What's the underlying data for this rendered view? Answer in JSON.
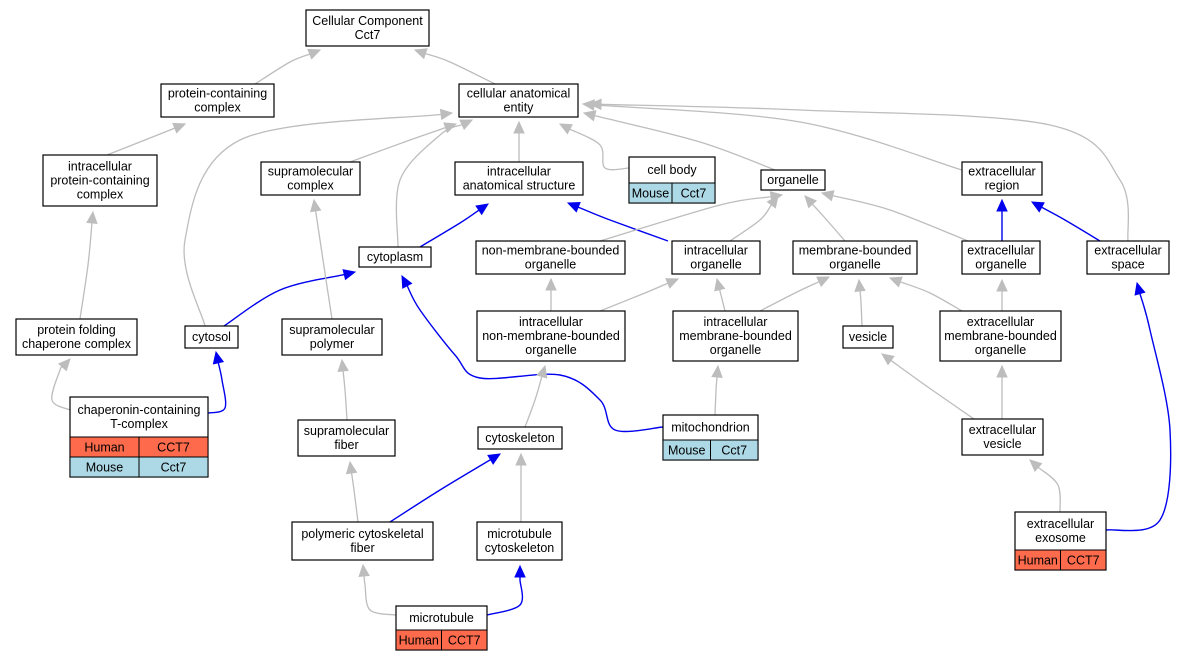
{
  "nodes": {
    "root": [
      "Cellular Component",
      "Cct7"
    ],
    "pcc": [
      "protein-containing",
      "complex"
    ],
    "cae": [
      "cellular anatomical",
      "entity"
    ],
    "ipcc": [
      "intracellular",
      "protein-containing",
      "complex"
    ],
    "supcomplex": [
      "supramolecular",
      "complex"
    ],
    "ias": [
      "intracellular",
      "anatomical structure"
    ],
    "cellbody": [
      "cell body"
    ],
    "organelle": [
      "organelle"
    ],
    "extregion": [
      "extracellular",
      "region"
    ],
    "cytoplasm": [
      "cytoplasm"
    ],
    "nmbo": [
      "non-membrane-bounded",
      "organelle"
    ],
    "intorg": [
      "intracellular",
      "organelle"
    ],
    "mbo": [
      "membrane-bounded",
      "organelle"
    ],
    "extorg": [
      "extracellular",
      "organelle"
    ],
    "extspace": [
      "extracellular",
      "space"
    ],
    "pfcc": [
      "protein folding",
      "chaperone complex"
    ],
    "cytosol": [
      "cytosol"
    ],
    "suppolymer": [
      "supramolecular",
      "polymer"
    ],
    "inmbo": [
      "intracellular",
      "non-membrane-bounded",
      "organelle"
    ],
    "imbo": [
      "intracellular",
      "membrane-bounded",
      "organelle"
    ],
    "vesicle": [
      "vesicle"
    ],
    "embo": [
      "extracellular",
      "membrane-bounded",
      "organelle"
    ],
    "cct": [
      "chaperonin-containing",
      "T-complex"
    ],
    "mito": [
      "mitochondrion"
    ],
    "supfiber": [
      "supramolecular",
      "fiber"
    ],
    "cytoskel": [
      "cytoskeleton"
    ],
    "extves": [
      "extracellular",
      "vesicle"
    ],
    "pcf": [
      "polymeric cytoskeletal",
      "fiber"
    ],
    "mtcs": [
      "microtubule",
      "cytoskeleton"
    ],
    "exosome": [
      "extracellular",
      "exosome"
    ],
    "microtubule": [
      "microtubule"
    ]
  },
  "annotations": {
    "cellbody": [
      [
        "Mouse",
        "Cct7"
      ]
    ],
    "cct": [
      [
        "Human",
        "CCT7"
      ],
      [
        "Mouse",
        "Cct7"
      ]
    ],
    "mito": [
      [
        "Mouse",
        "Cct7"
      ]
    ],
    "exosome": [
      [
        "Human",
        "CCT7"
      ]
    ],
    "microtubule": [
      [
        "Human",
        "CCT7"
      ]
    ]
  },
  "colors": {
    "human": "#fd6a4c",
    "mouse": "#add8e6",
    "edge_is_a": "#bdbdbd",
    "edge_part_of": "#0000ee"
  },
  "edges": [
    {
      "from": "pcc",
      "to": "root",
      "type": "is_a"
    },
    {
      "from": "cae",
      "to": "root",
      "type": "is_a"
    },
    {
      "from": "ipcc",
      "to": "pcc",
      "type": "is_a"
    },
    {
      "from": "pfcc",
      "to": "ipcc",
      "type": "is_a"
    },
    {
      "from": "cct",
      "to": "pfcc",
      "type": "is_a"
    },
    {
      "from": "cct",
      "to": "cytosol",
      "type": "part_of"
    },
    {
      "from": "supcomplex",
      "to": "cae",
      "type": "is_a"
    },
    {
      "from": "ias",
      "to": "cae",
      "type": "is_a"
    },
    {
      "from": "cellbody",
      "to": "cae",
      "type": "is_a"
    },
    {
      "from": "organelle",
      "to": "cae",
      "type": "is_a"
    },
    {
      "from": "extregion",
      "to": "cae",
      "type": "is_a"
    },
    {
      "from": "extspace",
      "to": "cae",
      "type": "is_a"
    },
    {
      "from": "cytosol",
      "to": "cae",
      "type": "is_a"
    },
    {
      "from": "cytoplasm",
      "to": "cae",
      "type": "is_a"
    },
    {
      "from": "cytosol",
      "to": "cytoplasm",
      "type": "part_of"
    },
    {
      "from": "cytoplasm",
      "to": "ias",
      "type": "part_of"
    },
    {
      "from": "intorg",
      "to": "ias",
      "type": "part_of"
    },
    {
      "from": "nmbo",
      "to": "organelle",
      "type": "is_a"
    },
    {
      "from": "intorg",
      "to": "organelle",
      "type": "is_a"
    },
    {
      "from": "mbo",
      "to": "organelle",
      "type": "is_a"
    },
    {
      "from": "extorg",
      "to": "organelle",
      "type": "is_a"
    },
    {
      "from": "extorg",
      "to": "extregion",
      "type": "part_of"
    },
    {
      "from": "extspace",
      "to": "extregion",
      "type": "part_of"
    },
    {
      "from": "suppolymer",
      "to": "supcomplex",
      "type": "is_a"
    },
    {
      "from": "inmbo",
      "to": "nmbo",
      "type": "is_a"
    },
    {
      "from": "inmbo",
      "to": "intorg",
      "type": "is_a"
    },
    {
      "from": "imbo",
      "to": "intorg",
      "type": "is_a"
    },
    {
      "from": "imbo",
      "to": "mbo",
      "type": "is_a"
    },
    {
      "from": "vesicle",
      "to": "mbo",
      "type": "is_a"
    },
    {
      "from": "embo",
      "to": "mbo",
      "type": "is_a"
    },
    {
      "from": "embo",
      "to": "extorg",
      "type": "is_a"
    },
    {
      "from": "mito",
      "to": "imbo",
      "type": "is_a"
    },
    {
      "from": "mito",
      "to": "cytoplasm",
      "type": "part_of"
    },
    {
      "from": "supfiber",
      "to": "suppolymer",
      "type": "is_a"
    },
    {
      "from": "cytoskel",
      "to": "inmbo",
      "type": "is_a"
    },
    {
      "from": "extves",
      "to": "vesicle",
      "type": "is_a"
    },
    {
      "from": "extves",
      "to": "embo",
      "type": "is_a"
    },
    {
      "from": "pcf",
      "to": "supfiber",
      "type": "is_a"
    },
    {
      "from": "pcf",
      "to": "cytoskel",
      "type": "part_of"
    },
    {
      "from": "mtcs",
      "to": "cytoskel",
      "type": "is_a"
    },
    {
      "from": "exosome",
      "to": "extves",
      "type": "is_a"
    },
    {
      "from": "exosome",
      "to": "extspace",
      "type": "part_of"
    },
    {
      "from": "microtubule",
      "to": "pcf",
      "type": "is_a"
    },
    {
      "from": "microtubule",
      "to": "mtcs",
      "type": "part_of"
    }
  ]
}
